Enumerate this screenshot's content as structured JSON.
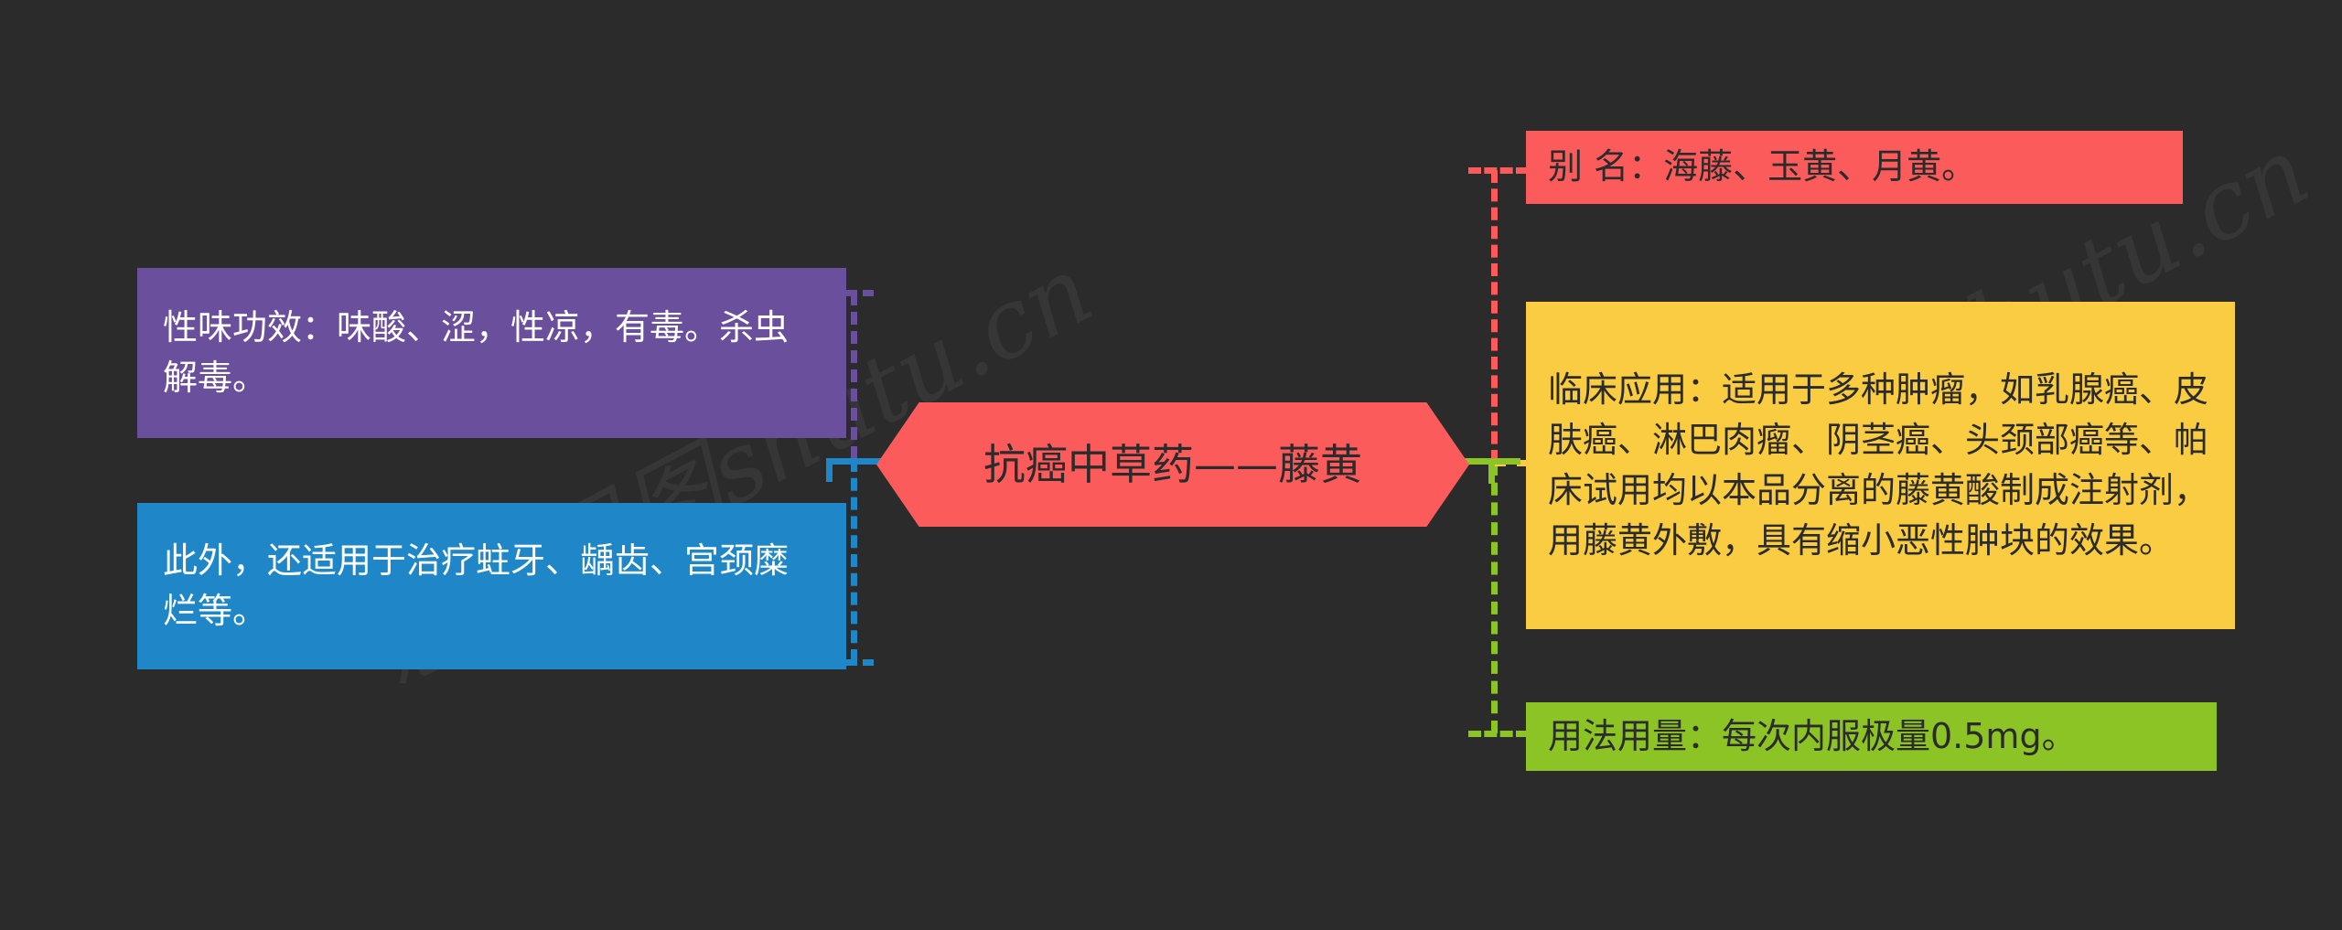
{
  "diagram": {
    "title": "抗癌中草药——藤黄",
    "background_color": "#2b2b2b",
    "watermark_text": "思维导图shutu.cn"
  },
  "center": {
    "label": "抗癌中草药——藤黄",
    "color": "#fb5b5b",
    "text_color": "#2b2b2b",
    "shape": "hexagon"
  },
  "branches": {
    "left": [
      {
        "id": "nature",
        "label": "性味功效：味酸、涩，性凉，有毒。杀虫解毒。",
        "color": "#6a4f9c",
        "text_color": "#ffffff"
      },
      {
        "id": "other",
        "label": "此外，还适用于治疗蛀牙、龋齿、宫颈糜烂等。",
        "color": "#1f87c8",
        "text_color": "#ffffff"
      }
    ],
    "right": [
      {
        "id": "alias",
        "label": "别 名：海藤、玉黄、月黄。",
        "color": "#fb5b5b",
        "text_color": "#2b2b2b"
      },
      {
        "id": "clinical",
        "label": "临床应用：适用于多种肿瘤，如乳腺癌、皮肤癌、淋巴肉瘤、阴茎癌、头颈部癌等、帕床试用均以本品分离的藤黄酸制成注射剂，用藤黄外敷，具有缩小恶性肿块的效果。",
        "color": "#f9cc42",
        "text_color": "#2b2b2b"
      },
      {
        "id": "dosage",
        "label": "用法用量：每次内服极量0.5mg。",
        "color": "#8cc425",
        "text_color": "#2b2b2b"
      }
    ]
  },
  "connectors": {
    "purple_color": "#6a4f9c",
    "blue_color": "#1f87c8",
    "red_color": "#fb5b5b",
    "yellow_color": "#f9cc42",
    "green_color": "#8cc425"
  }
}
